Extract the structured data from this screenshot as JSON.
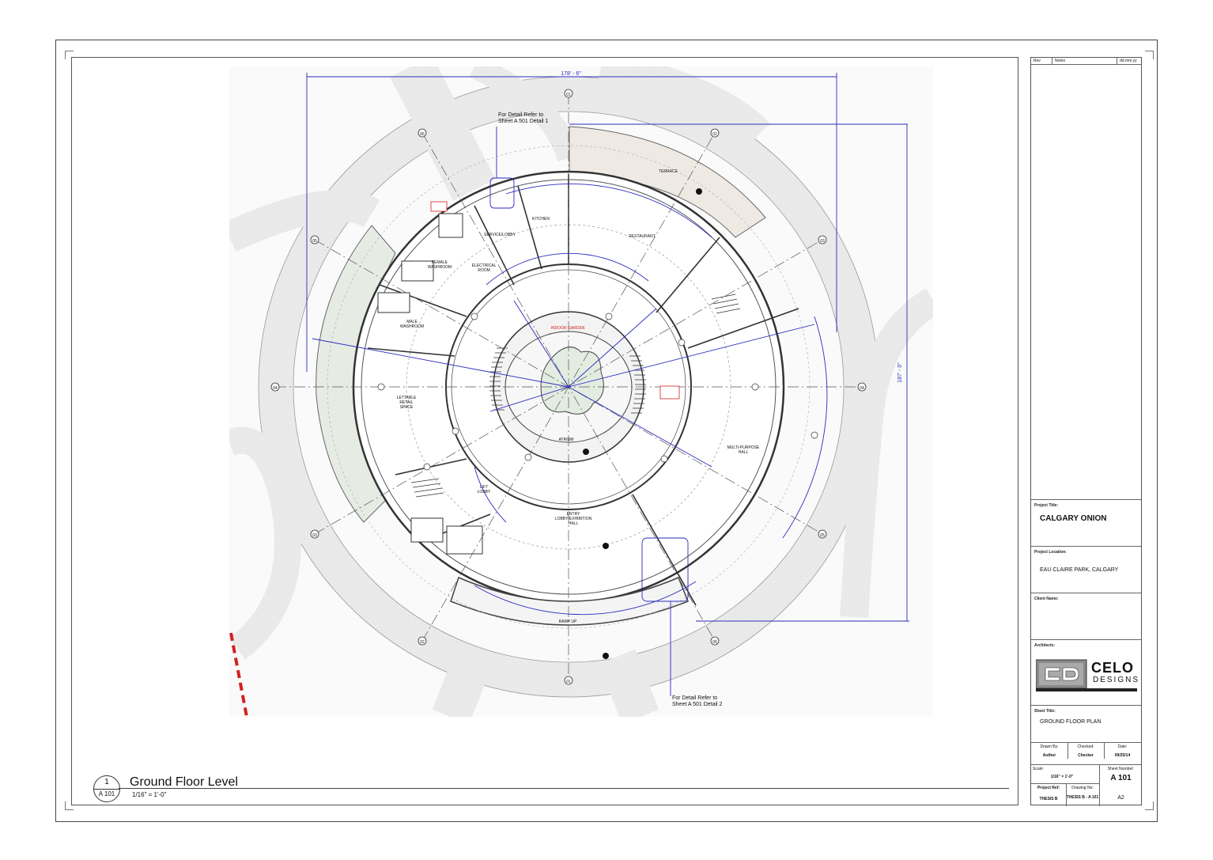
{
  "drawing": {
    "dimension_top": "178' - 6\"",
    "dimension_right": "187' - 0\"",
    "grids": [
      "01",
      "02",
      "03",
      "04",
      "05",
      "06",
      "01",
      "02",
      "03",
      "04",
      "05",
      "06"
    ],
    "rooms": [
      {
        "name": "TERRACE"
      },
      {
        "name": "KITCHEN"
      },
      {
        "name": "RESTAURANT"
      },
      {
        "name": "SERVICE/LOBBY"
      },
      {
        "name": "FEMALE\nWASHROOM"
      },
      {
        "name": "ELECTRICAL\nROOM"
      },
      {
        "name": "MALE\nWASHROOM"
      },
      {
        "name": "INDOOR GARDEN"
      },
      {
        "name": "LETTABLE\nRETAIL\nSPACE"
      },
      {
        "name": "ATRIUM"
      },
      {
        "name": "MULTI-PURPOSE\nHALL"
      },
      {
        "name": "LIFT\nLOBBY"
      },
      {
        "name": "ENTRY\nLOBBY/EXHIBITION\nHALL"
      },
      {
        "name": "RAMP UP"
      }
    ],
    "detail_note_1": [
      "For Detail Refer to",
      "Sheet  A 501   Detail 1"
    ],
    "detail_note_2": [
      "For Detail Refer to",
      "Sheet  A 501   Detail 2"
    ]
  },
  "view_label": {
    "number": "1",
    "sheet": "A 101",
    "title": "Ground Floor Level",
    "scale": "1/16\" = 1'-0\""
  },
  "title_block": {
    "rev_header": {
      "rev": "Rev",
      "notes": "Notes",
      "date": "dd.mm.yy"
    },
    "project_title_label": "Project Title:",
    "project_title": "CALGARY ONION",
    "project_location_label": "Project Location:",
    "project_location": "EAU CLAIRE PARK, CALGARY",
    "client_name_label": "Client Name:",
    "architects_label": "Architects:",
    "logo_line1": "CELO",
    "logo_line2": "DESIGNS",
    "sheet_title_label": "Sheet Title:",
    "sheet_title": "GROUND FLOOR PLAN",
    "drawn_by_label": "Drawn By:",
    "checked_label": "Checked:",
    "date_label": "Date:",
    "drawn_by": "Author",
    "checked": "Checker",
    "date": "09/25/14",
    "scale_label": "Scale:",
    "scale": "1/16\" = 1'-0\"",
    "sheet_number_label": "Sheet Number:",
    "sheet_number": "A 101",
    "project_ref_label": "Project Ref:",
    "drawing_no_label": "Drawing No:",
    "project_ref": "THESIS B",
    "drawing_no": "THESIS B - A 101",
    "sheet_size": "A2"
  }
}
